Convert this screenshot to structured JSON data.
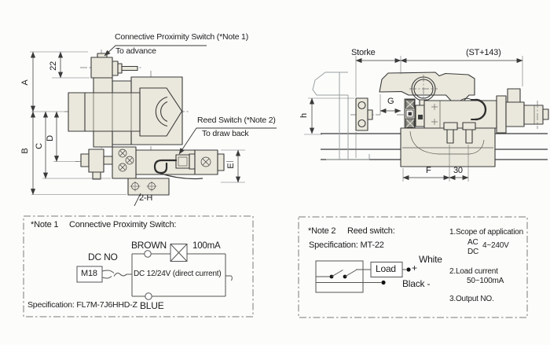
{
  "left": {
    "proximity": "Connective Proximity Switch (*Note 1)",
    "advance": "To advance",
    "reed": "Reed Switch (*Note 2)",
    "drawback": "To draw back",
    "d22": "22",
    "A": "A",
    "B": "B",
    "C": "C",
    "D": "D",
    "E": "E",
    "h2": "2-H"
  },
  "right": {
    "stroke_label": "Storke",
    "st": "(ST+143)",
    "G": "G",
    "h": "h",
    "F": "F",
    "d30": "30"
  },
  "note1": {
    "label": "*Note 1",
    "title": "Connective Proximity Switch:",
    "brown": "BROWN",
    "current": "100mA",
    "dc_no": "DC NO",
    "m18": "M18",
    "dc_line": "DC 12/24V (direct current)",
    "blue": "BLUE",
    "spec": "Specification: FL7M-7J6HHD-Z"
  },
  "note2": {
    "label": "*Note 2",
    "title": "Reed switch:",
    "spec": "Specification: MT-22",
    "load": "Load",
    "white": "White",
    "plus": "+",
    "black": "Black -",
    "scope_title": "1.Scope of application",
    "ac": "AC",
    "dc": "DC",
    "voltage": "4~240V",
    "load_current_title": "2.Load current",
    "load_current": "50~100mA",
    "output": "3.Output NO."
  },
  "colors": {
    "body_fill": "#eae8dc",
    "line": "#3a3a3a",
    "dim": "#555555",
    "ghost": "#9aa0a0",
    "note_border": "#7a7a7a"
  }
}
